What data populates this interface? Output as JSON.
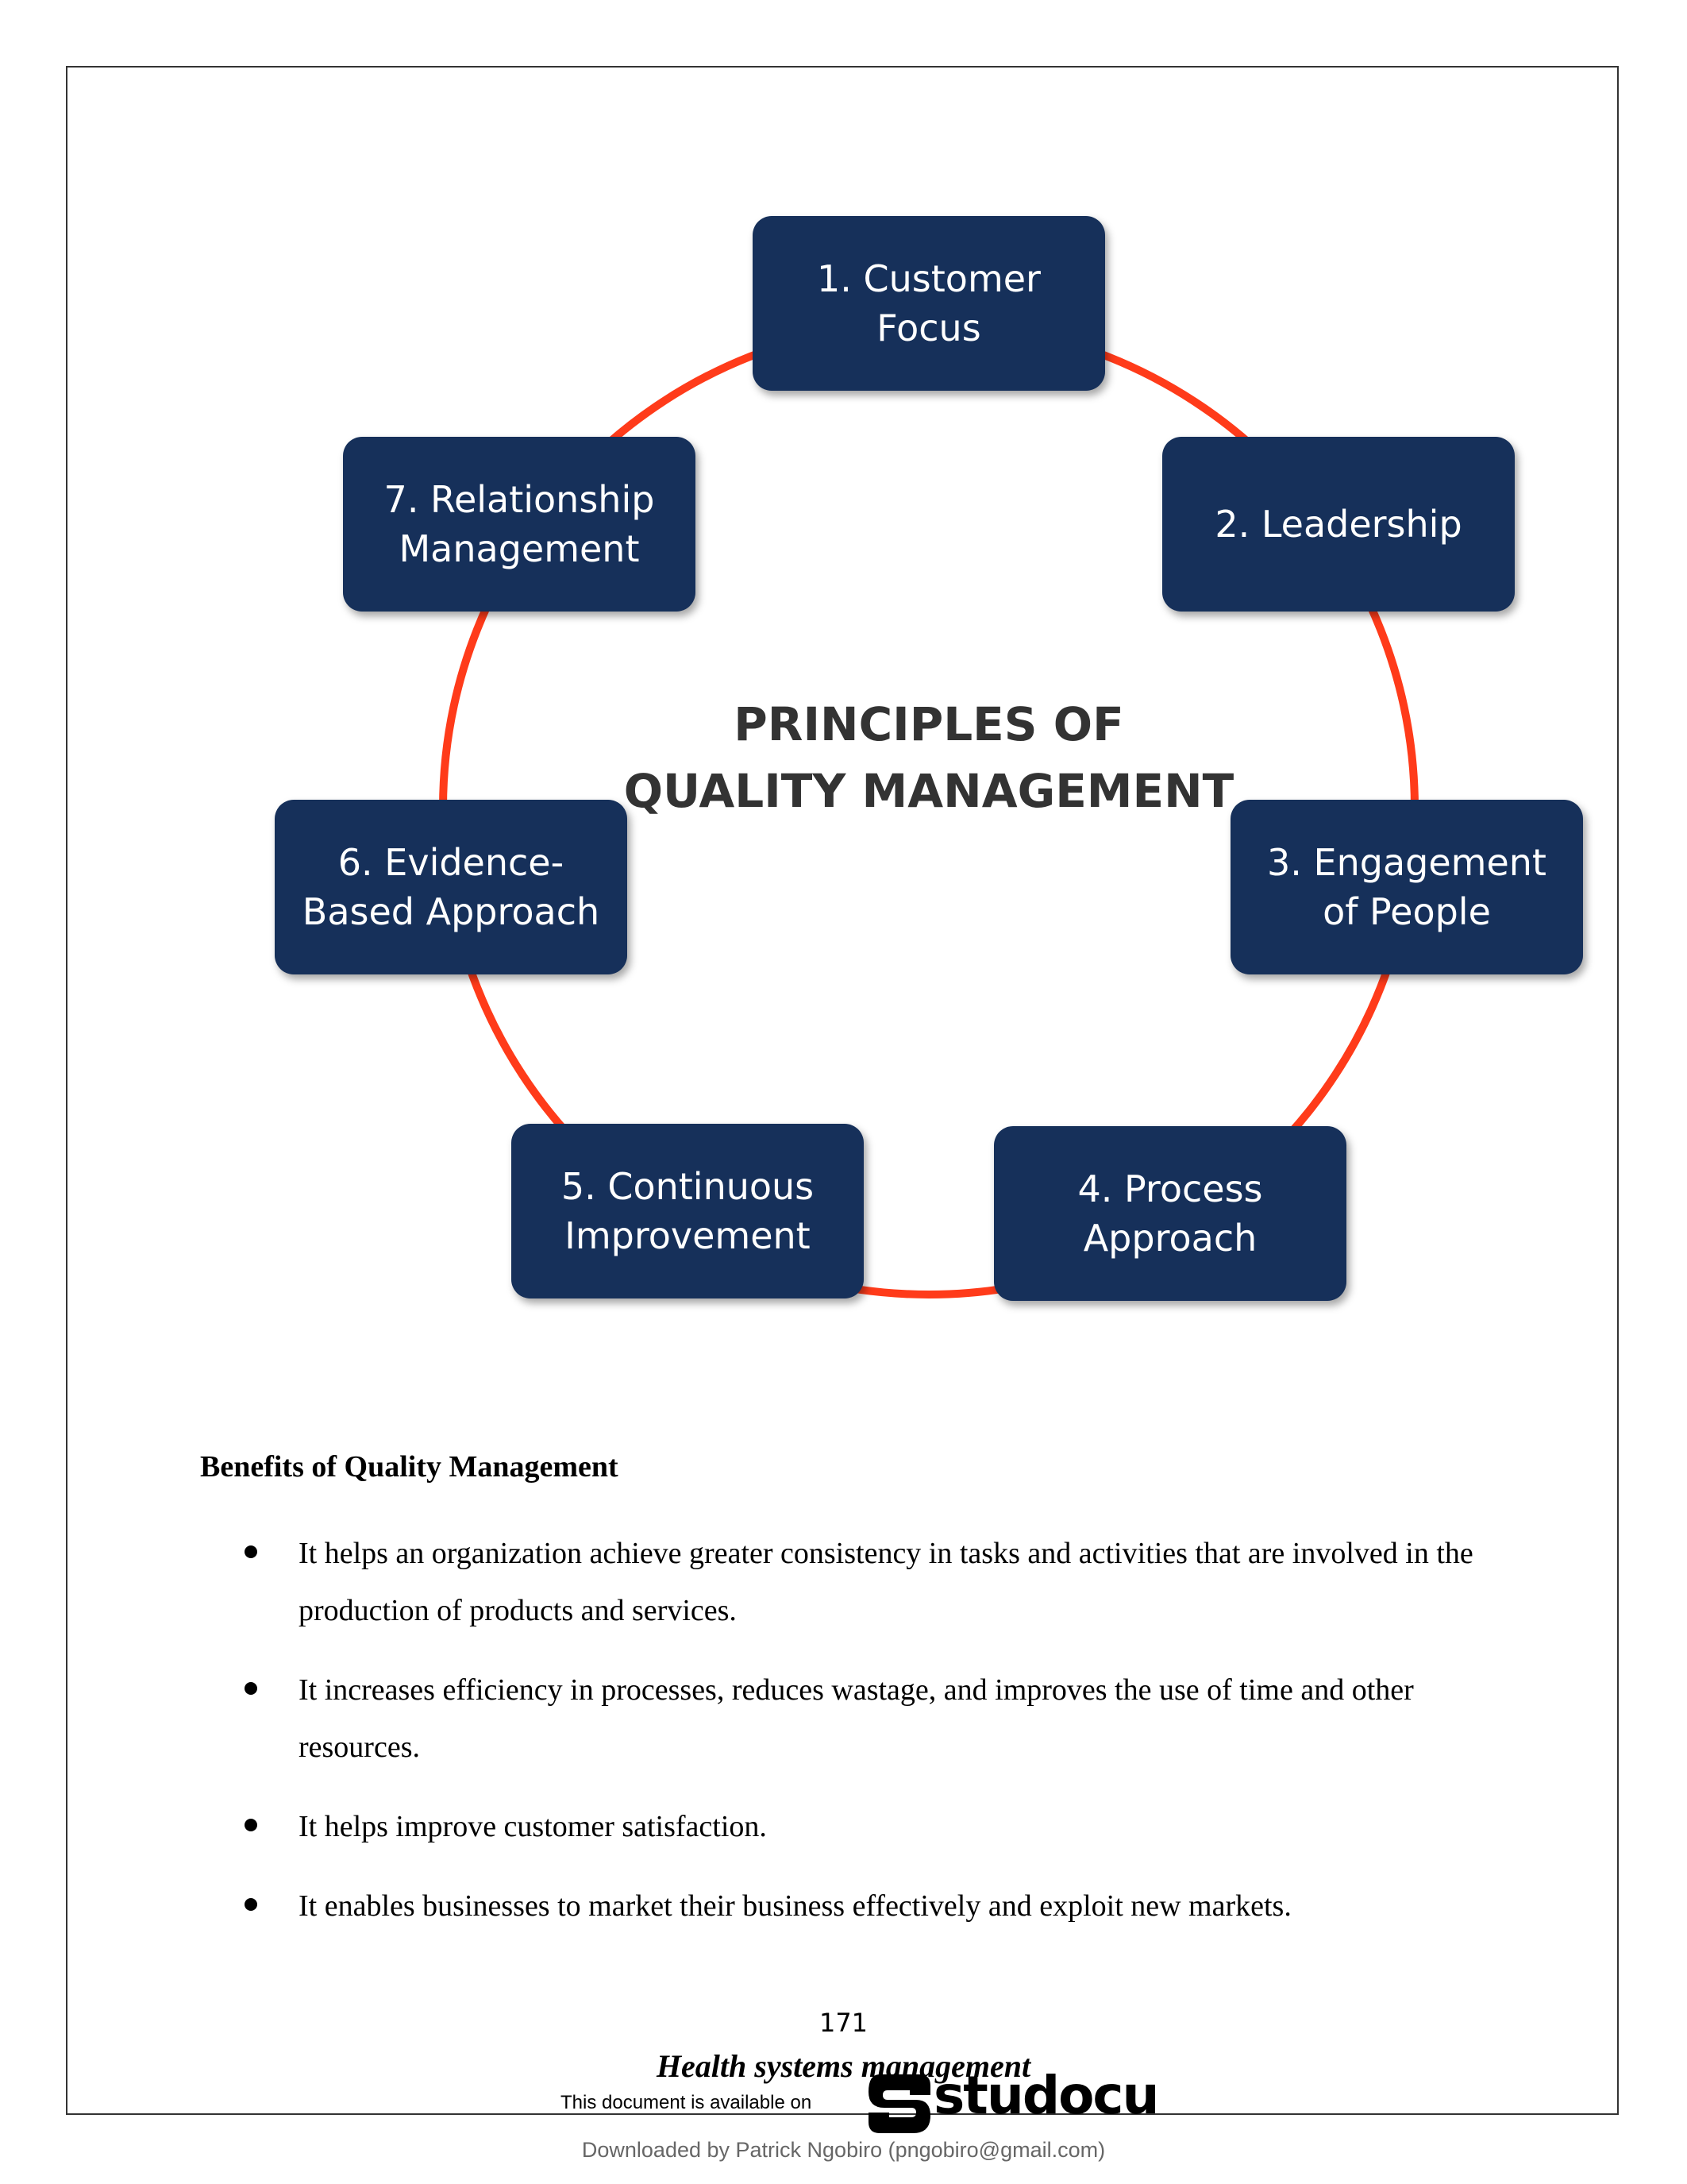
{
  "diagram": {
    "title": "PRINCIPLES OF\nQUALITY MANAGEMENT",
    "ring_color": "#ff3b1a",
    "box_color": "#16305a",
    "nodes": [
      {
        "label": "1. Customer\nFocus"
      },
      {
        "label": "2. Leadership"
      },
      {
        "label": "3. Engagement\nof People"
      },
      {
        "label": "4. Process\nApproach"
      },
      {
        "label": "5. Continuous\nImprovement"
      },
      {
        "label": "6. Evidence-\nBased Approach"
      },
      {
        "label": "7. Relationship\nManagement"
      }
    ]
  },
  "section": {
    "heading": "Benefits of Quality Management",
    "bullets": [
      "It helps an organization achieve greater consistency in tasks and activities that are involved in the production of products and services.",
      "It increases efficiency in processes, reduces wastage, and improves the use of time and other resources.",
      "It helps improve customer satisfaction.",
      "It enables businesses to market their business effectively and exploit new markets."
    ]
  },
  "footer": {
    "page_number": "171",
    "document_title": "Health systems management",
    "available_text": "This document is available on",
    "brand": "studocu",
    "downloaded_by": "Downloaded by Patrick Ngobiro (pngobiro@gmail.com)"
  }
}
